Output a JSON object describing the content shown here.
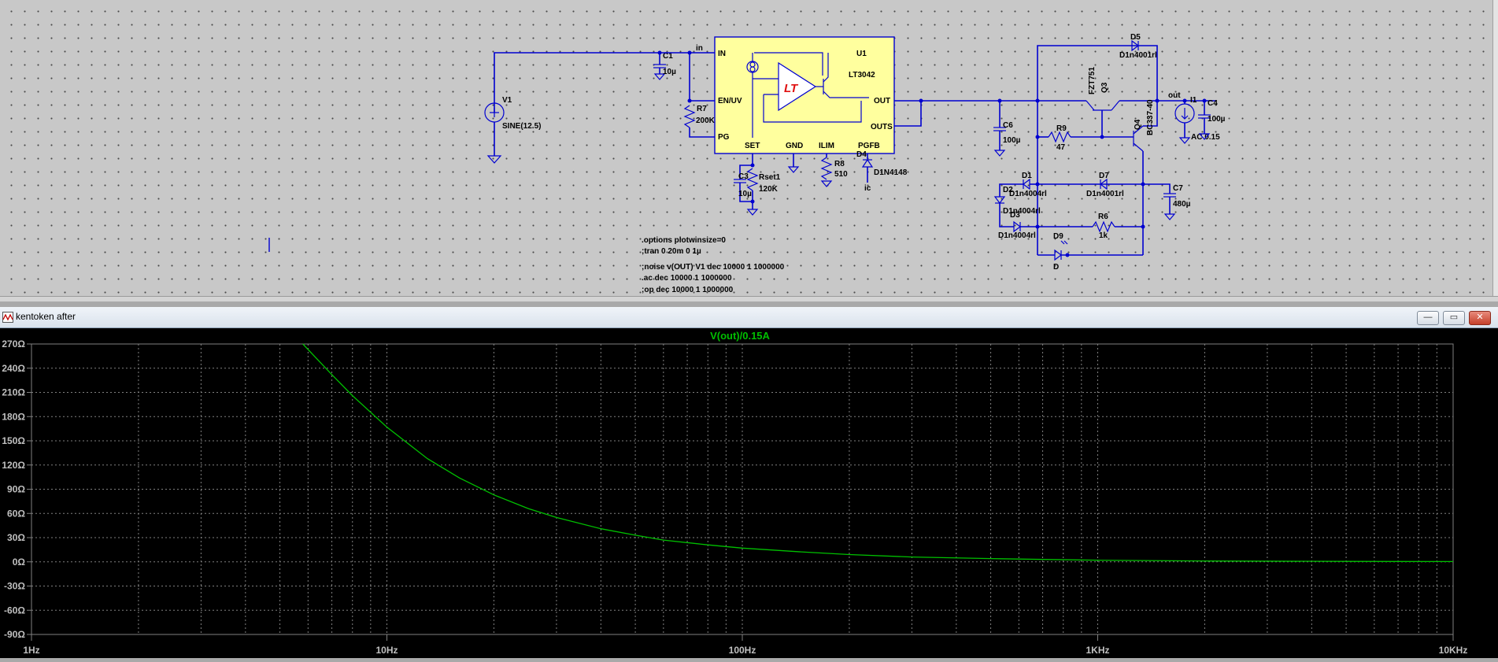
{
  "schematic": {
    "labels": {
      "v1_name": "V1",
      "v1_value": "SINE(12.5)",
      "c1_name": "C1",
      "c1_value": "10µ",
      "net_in": "in",
      "pin_in": "IN",
      "pin_enuv": "EN/UV",
      "pin_pg": "PG",
      "pin_set": "SET",
      "pin_gnd": "GND",
      "pin_ilim": "ILIM",
      "pin_pgfb": "PGFB",
      "pin_out": "OUT",
      "pin_outs": "OUTS",
      "u1_name": "U1",
      "u1_value": "LT3042",
      "r7_name": "R7",
      "r7_value": "200K",
      "c3_name": "C3",
      "c3_value": "10µ",
      "rset_name": "Rset1",
      "rset_value": "120K",
      "r8_name": "R8",
      "r8_value": "510",
      "d4_name": "D4",
      "d4_value": "D1N4148",
      "net_ic": "ic",
      "c6_name": "C6",
      "c6_value": "100µ",
      "r9_name": "R9",
      "r9_value": "47",
      "q3_name": "Q3",
      "q3_value": "FZT751",
      "q4_name": "Q4",
      "q4_value": "BC337-40",
      "d5_name": "D5",
      "d5_value": "D1n4001rl",
      "net_out": "out",
      "i1_name": "I1",
      "i1_value": "AC 0.15",
      "c4_name": "C4",
      "c4_value": "100µ",
      "d1_name": "D1",
      "d1_value": "D1n4004rl",
      "d7_name": "D7",
      "d7_value": "D1n4001rl",
      "c7_name": "C7",
      "c7_value": "480µ",
      "d2_name": "D2",
      "d2_value": "D1n4004rl",
      "d3_name": "D3",
      "d3_value": "D1n4004rl",
      "r6_name": "R6",
      "r6_value": "1k",
      "d9_name": "D9",
      "d9_value": "D"
    },
    "directives": [
      ".options plotwinsize=0",
      ";tran 0 20m 0 1µ",
      ";noise v(OUT) V1 dec 10000 1 1000000",
      ".ac dec 10000 1 1000000",
      ";op dec 10000 1 1000000"
    ]
  },
  "window": {
    "title": "kentoken after",
    "buttons": {
      "minimize": "—",
      "maximize": "▭",
      "close": "✕"
    }
  },
  "colors": {
    "trace": "#00c000",
    "grid": "#808080",
    "axis_text": "#c0c0c0",
    "wire": "#0000d0",
    "schematic_bg": "#c8c8c8"
  },
  "chart_data": {
    "type": "line",
    "title": "V(out)/0.15A",
    "x_scale": "log",
    "x_range": [
      1,
      10000
    ],
    "x_ticks": [
      "1Hz",
      "10Hz",
      "100Hz",
      "1KHz",
      "10KHz"
    ],
    "y_range": [
      -90,
      270
    ],
    "y_ticks": [
      "270Ω",
      "240Ω",
      "210Ω",
      "180Ω",
      "150Ω",
      "120Ω",
      "90Ω",
      "60Ω",
      "30Ω",
      "0Ω",
      "-30Ω",
      "-60Ω",
      "-90Ω"
    ],
    "grid": true,
    "series": [
      {
        "name": "V(out)/0.15A",
        "x": [
          5.8,
          7,
          8,
          10,
          13,
          16,
          20,
          25,
          30,
          40,
          50,
          60,
          80,
          100,
          150,
          200,
          300,
          500,
          700,
          1000,
          2000,
          5000,
          10000
        ],
        "y": [
          270,
          232,
          206,
          167,
          128,
          104,
          83,
          66,
          55,
          41,
          33,
          27,
          21,
          17,
          12,
          9,
          6,
          4,
          3,
          2,
          1,
          0.5,
          0.3
        ]
      }
    ]
  }
}
